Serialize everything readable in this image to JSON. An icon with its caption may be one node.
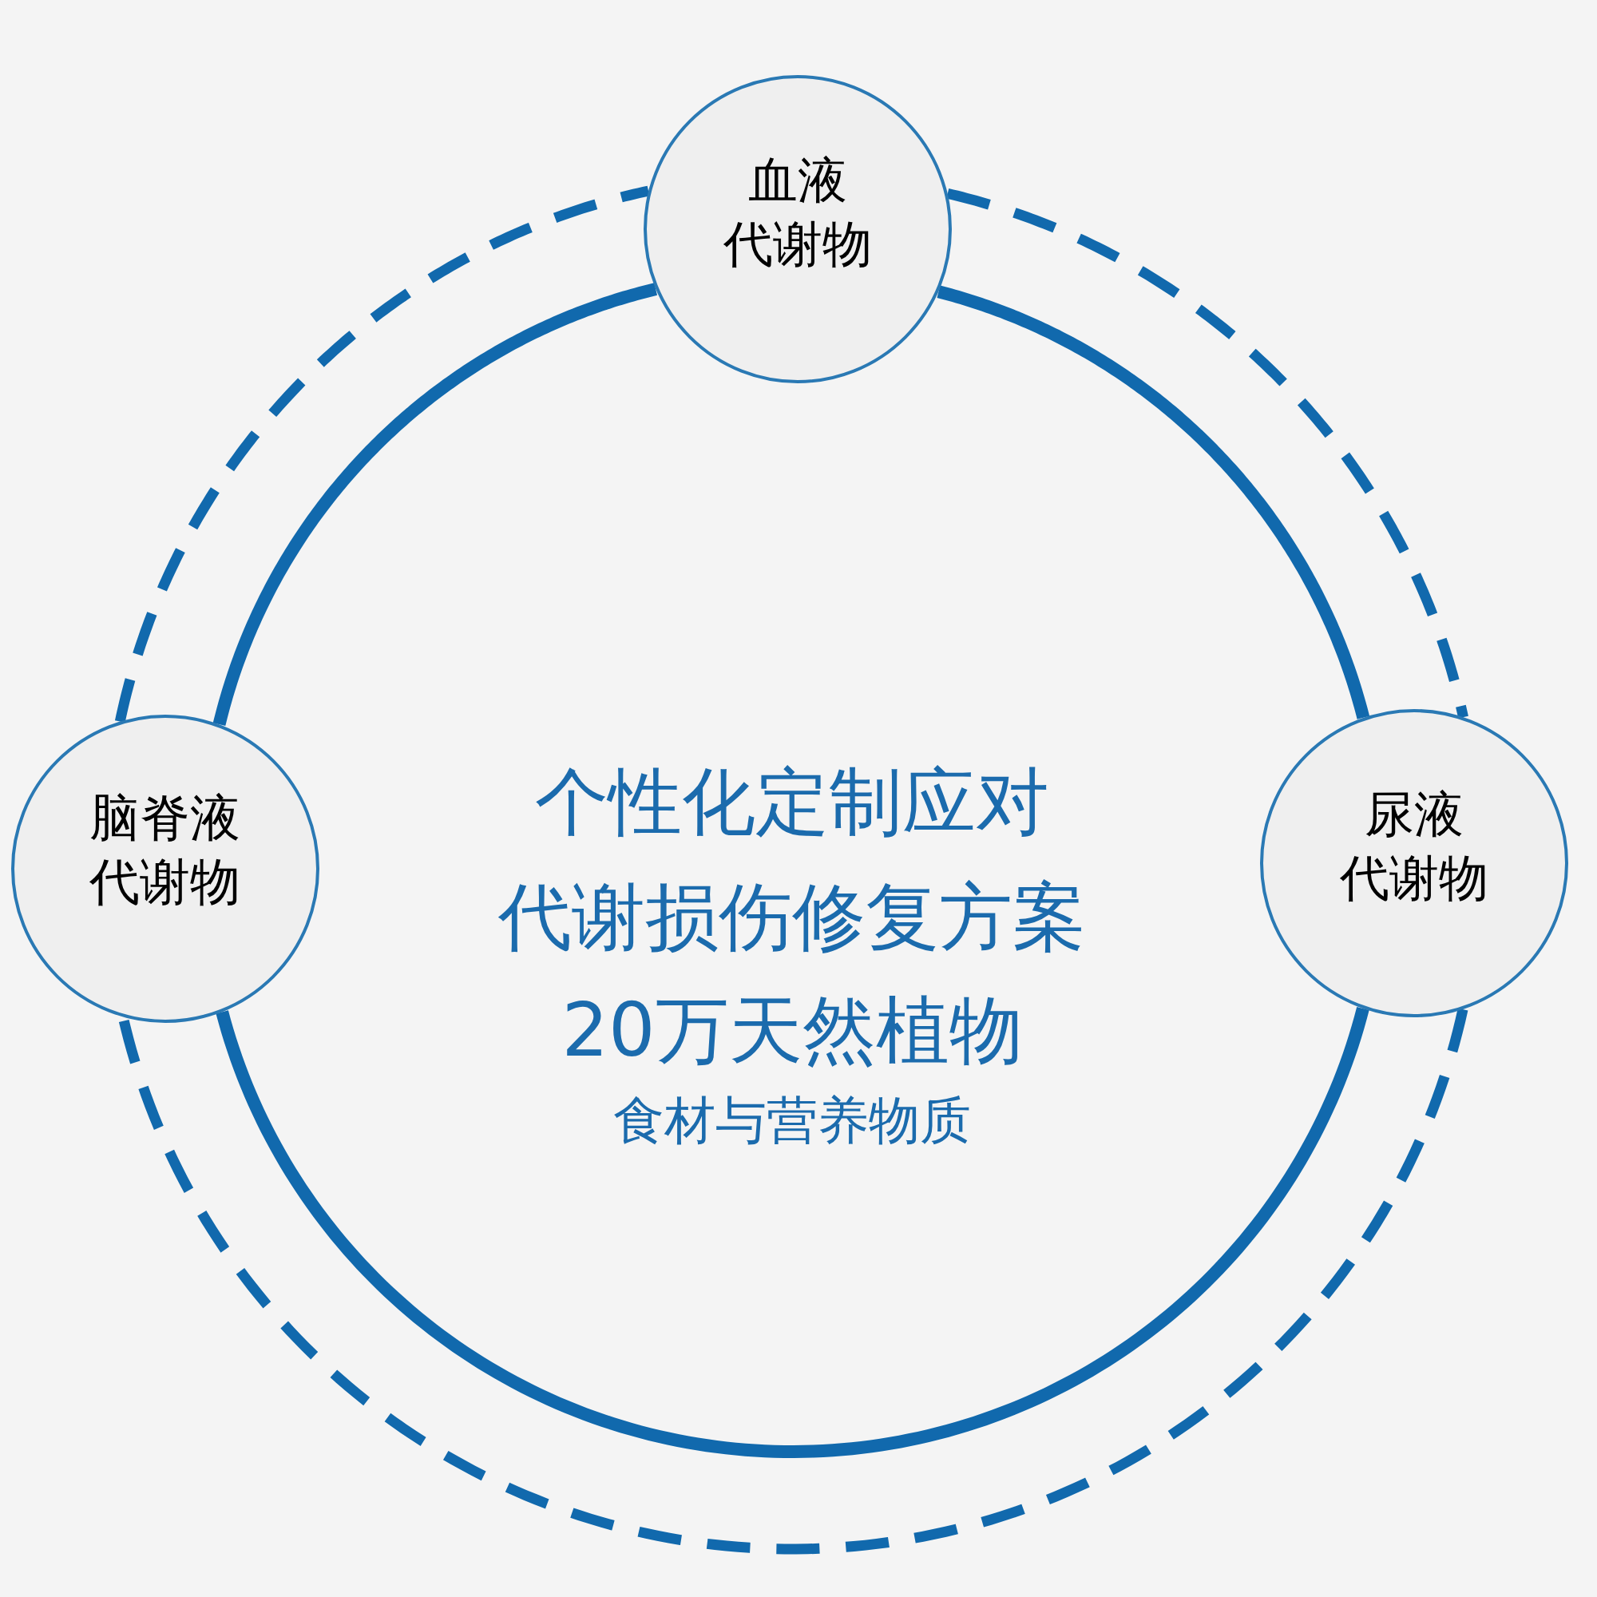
{
  "diagram": {
    "nodes": [
      {
        "text": [
          "血液代谢物"
        ]
      },
      {
        "text": [
          "脑脊液代谢物"
        ]
      },
      {
        "text": [
          "尿液代谢物"
        ]
      }
    ],
    "edges": [
      {
        "from": 0,
        "to": 2,
        "arrow": "none"
      },
      {
        "from": 2,
        "to": 1,
        "arrow": "none"
      },
      {
        "from": 1,
        "to": 0,
        "arrow": "none"
      },
      {
        "from": 0,
        "to": 2,
        "arrow": "none",
        "style": "dashed"
      },
      {
        "from": 2,
        "to": 1,
        "arrow": "none",
        "style": "dashed"
      },
      {
        "from": 1,
        "to": 0,
        "arrow": "none",
        "style": "dashed"
      }
    ],
    "labels": [
      "个性化定制应对",
      "代谢损伤修复方案",
      "20万天然植物",
      "食材与营养物质"
    ]
  }
}
